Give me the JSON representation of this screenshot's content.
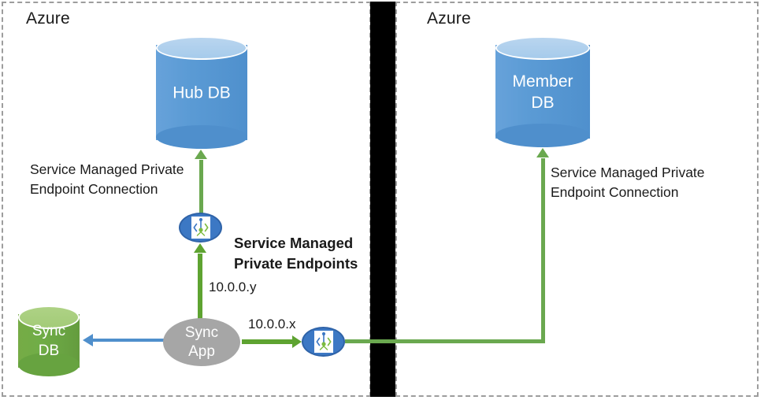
{
  "diagram": {
    "title": "Azure SQL Data Sync with Service Managed Private Endpoints",
    "colors": {
      "db_blue": "#5b9bd5",
      "db_green": "#70ad47",
      "app_gray": "#a6a6a6",
      "endpoint_blue": "#3c78c4",
      "connector_green": "#5ea331",
      "connector_blue": "#4f8fcc",
      "divider_black": "#000000",
      "panel_border": "#9d9d9d"
    }
  },
  "panels": {
    "left": {
      "label": "Azure"
    },
    "right": {
      "label": "Azure"
    }
  },
  "nodes": {
    "hub_db": {
      "label": "Hub DB",
      "shape": "cylinder",
      "color": "blue"
    },
    "member_db": {
      "label": "Member\nDB",
      "shape": "cylinder",
      "color": "blue"
    },
    "sync_db": {
      "label": "Sync\nDB",
      "shape": "cylinder",
      "color": "green"
    },
    "sync_app": {
      "label": "Sync\nApp",
      "shape": "ellipse",
      "color": "gray"
    },
    "private_endpoint_hub": {
      "label": "",
      "shape": "ellipse",
      "icon": "private-link-icon"
    },
    "private_endpoint_member": {
      "label": "",
      "shape": "ellipse",
      "icon": "private-link-icon"
    }
  },
  "annotations": {
    "left_connection": "Service Managed Private\nEndpoint Connection",
    "right_connection": "Service Managed Private\nEndpoint Connection",
    "endpoints_title": "Service Managed\nPrivate Endpoints",
    "ip_hub": "10.0.0.y",
    "ip_member": "10.0.0.x"
  }
}
